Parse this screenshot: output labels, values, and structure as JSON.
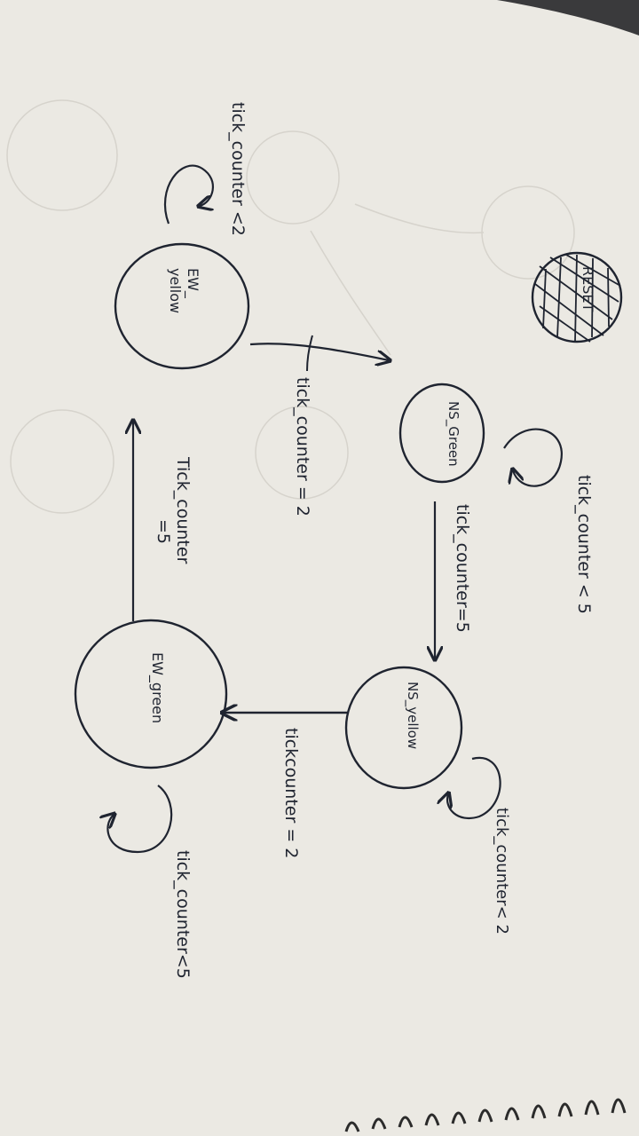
{
  "colors": {
    "paper": "#ebe9e3",
    "paper_shadow": "#cfccc4",
    "ink": "#1f2430",
    "ghost_ink": "#d6d3cc",
    "corner": "#3a3a3c"
  },
  "states": {
    "reset": "RESET",
    "ns_green": "NS_Green",
    "ns_yellow": "NS_yellow",
    "ew_green": "EW_green",
    "ew_yellow_line1": "EW_",
    "ew_yellow_line2": "yellow"
  },
  "transitions": {
    "ns_green_self": "tick_counter < 5",
    "ns_green_to_ns_yellow": "tick_counter=5",
    "ns_yellow_self": "tick_counter< 2",
    "ns_yellow_to_ew_green": "tickcounter = 2",
    "ew_green_self": "tick_counter<5",
    "ew_green_to_ew_yellow_line1": "Tick_counter",
    "ew_green_to_ew_yellow_line2": "=5",
    "ew_yellow_self": "tick_counter <2",
    "ew_yellow_to_ns_green": "tick_counter = 2"
  }
}
